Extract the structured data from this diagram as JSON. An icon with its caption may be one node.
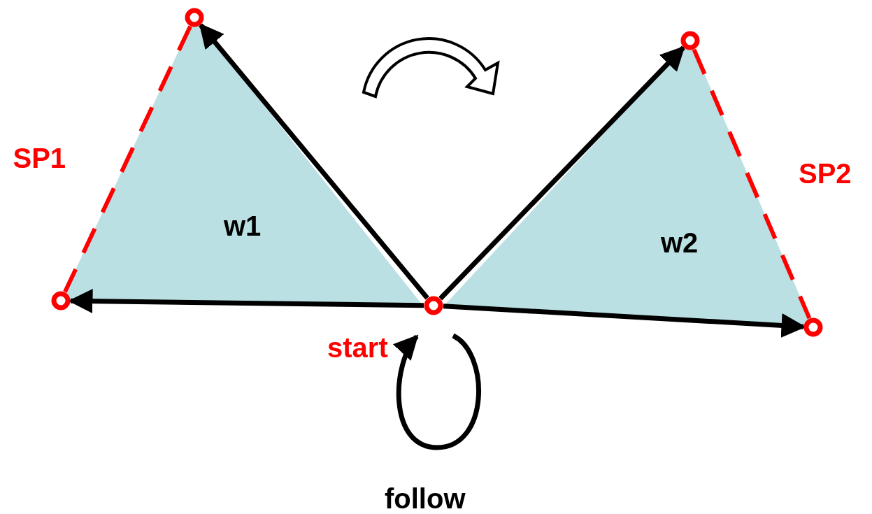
{
  "diagram": {
    "nodes": [
      {
        "text": [],
        "shape": "circle"
      },
      {
        "text": [],
        "shape": "circle"
      },
      {
        "text": [
          "w1"
        ]
      },
      {
        "text": [
          "w2"
        ]
      },
      {
        "text": [],
        "shape": "circle"
      },
      {
        "text": [],
        "shape": "circle",
        "beside": [
          "start"
        ]
      },
      {
        "text": [],
        "shape": "circle"
      }
    ],
    "edges": [
      {
        "from": 0,
        "to": 4,
        "arrow": "none",
        "style": "dashed",
        "color": "#ff0000",
        "label": "SP1"
      },
      {
        "from": 5,
        "to": 0,
        "arrow": "to"
      },
      {
        "from": 5,
        "to": 4,
        "arrow": "to"
      },
      {
        "from": 5,
        "to": 1,
        "arrow": "to"
      },
      {
        "from": 5,
        "to": 6,
        "arrow": "to"
      },
      {
        "from": 1,
        "to": 6,
        "arrow": "none",
        "style": "dashed",
        "color": "#ff0000",
        "label": "SP2"
      },
      {
        "from": 5,
        "to": 5,
        "arrow": "to",
        "label": "follow"
      },
      {
        "from": 2,
        "to": 3,
        "arrow": "to"
      }
    ]
  }
}
